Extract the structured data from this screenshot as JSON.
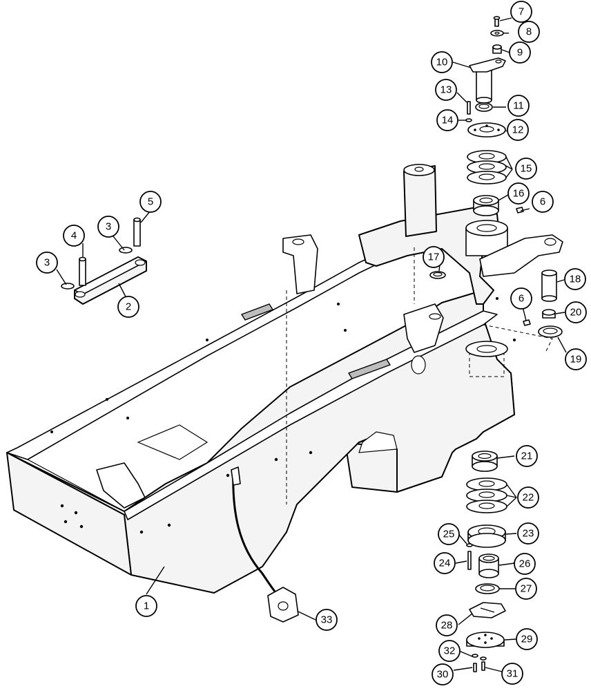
{
  "callouts": [
    {
      "id": "c1",
      "label": "1"
    },
    {
      "id": "c2",
      "label": "2"
    },
    {
      "id": "c3a",
      "label": "3"
    },
    {
      "id": "c3b",
      "label": "3"
    },
    {
      "id": "c4",
      "label": "4"
    },
    {
      "id": "c5",
      "label": "5"
    },
    {
      "id": "c6a",
      "label": "6"
    },
    {
      "id": "c6b",
      "label": "6"
    },
    {
      "id": "c7",
      "label": "7"
    },
    {
      "id": "c8",
      "label": "8"
    },
    {
      "id": "c9",
      "label": "9"
    },
    {
      "id": "c10",
      "label": "10"
    },
    {
      "id": "c11",
      "label": "11"
    },
    {
      "id": "c12",
      "label": "12"
    },
    {
      "id": "c13",
      "label": "13"
    },
    {
      "id": "c14",
      "label": "14"
    },
    {
      "id": "c15",
      "label": "15"
    },
    {
      "id": "c16",
      "label": "16"
    },
    {
      "id": "c17",
      "label": "17"
    },
    {
      "id": "c18",
      "label": "18"
    },
    {
      "id": "c19",
      "label": "19"
    },
    {
      "id": "c20",
      "label": "20"
    },
    {
      "id": "c21",
      "label": "21"
    },
    {
      "id": "c22",
      "label": "22"
    },
    {
      "id": "c23",
      "label": "23"
    },
    {
      "id": "c24",
      "label": "24"
    },
    {
      "id": "c25",
      "label": "25"
    },
    {
      "id": "c26",
      "label": "26"
    },
    {
      "id": "c27",
      "label": "27"
    },
    {
      "id": "c28",
      "label": "28"
    },
    {
      "id": "c29",
      "label": "29"
    },
    {
      "id": "c30",
      "label": "30"
    },
    {
      "id": "c31",
      "label": "31"
    },
    {
      "id": "c32",
      "label": "32"
    },
    {
      "id": "c33",
      "label": "33"
    }
  ]
}
